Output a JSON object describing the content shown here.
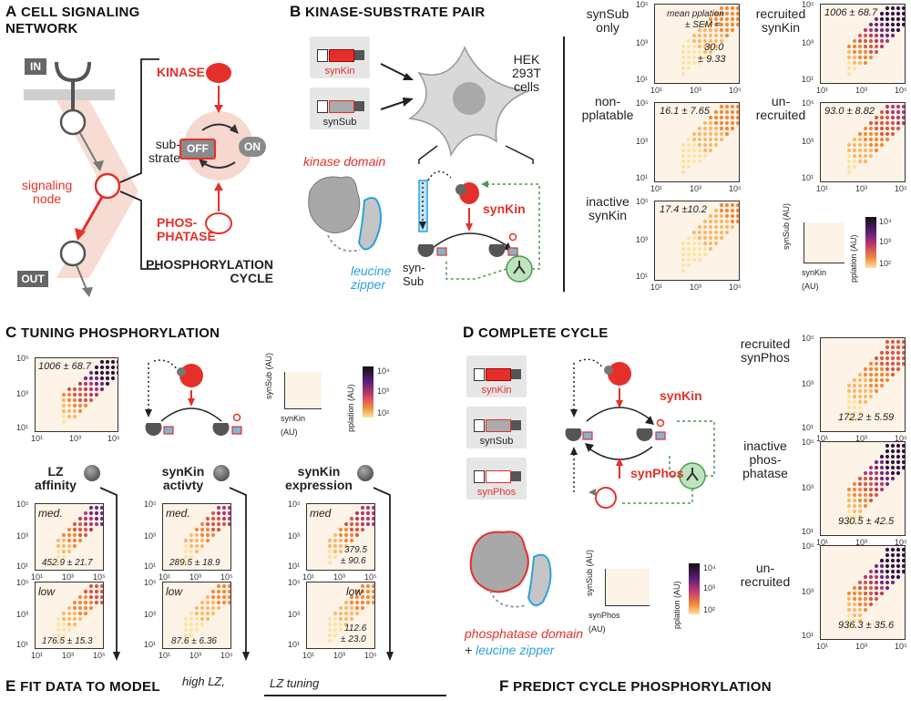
{
  "panelA": {
    "letter": "A",
    "title1": "CELL SIGNALING",
    "title2": "NETWORK",
    "in_label": "IN",
    "out_label": "OUT",
    "node_label1": "signaling",
    "node_label2": "node",
    "kinase": "KINASE",
    "substrate1": "sub-",
    "substrate2": "strate",
    "off": "OFF",
    "on": "ON",
    "phos1": "PHOS-",
    "phos2": "PHATASE",
    "cycle1": "PHOSPHORYLATION",
    "cycle2": "CYCLE"
  },
  "panelB": {
    "letter": "B",
    "title": "KINASE-SUBSTRATE PAIR",
    "gene_synkin": "synKin",
    "gene_synsub": "synSub",
    "cells1": "HEK",
    "cells2": "293T",
    "cells3": "cells",
    "kinase_domain": "kinase domain",
    "leucine1": "leucine",
    "leucine2": "zipper",
    "synkin": "synKin",
    "synsub1": "syn-",
    "synsub2": "Sub",
    "conditions": [
      {
        "l1": "synSub",
        "l2": "only",
        "l3": ""
      },
      {
        "l1": "non-",
        "l2": "pplatable",
        "l3": ""
      },
      {
        "l1": "inactive",
        "l2": "synKin",
        "l3": ""
      },
      {
        "l1": "recruited",
        "l2": "synKin",
        "l3": ""
      },
      {
        "l1": "un-",
        "l2": "recruited",
        "l3": ""
      }
    ],
    "plots": [
      {
        "ann": "30.0",
        "ann2": "± 9.33",
        "header1": "mean pplation",
        "header2": "± SEM ="
      },
      {
        "ann": "16.1 ± 7.65"
      },
      {
        "ann": "17.4 ±10.2"
      },
      {
        "ann": "1006 ± 68.7"
      },
      {
        "ann": "93.0 ± 8.82"
      }
    ],
    "legend_y": "synSub",
    "legend_y2": "(AU)",
    "legend_x": "synKin",
    "legend_x2": "(AU)",
    "colorbar_label": "pplation (AU)",
    "colorbar_ticks": [
      "10⁴",
      "10³",
      "10²"
    ]
  },
  "panelC": {
    "letter": "C",
    "title": "TUNING PHOSPHORYLATION",
    "top_ann": "1006 ± 68.7",
    "knobs": [
      {
        "l1": "LZ",
        "l2": "affinity"
      },
      {
        "l1": "synKin",
        "l2": "activty"
      },
      {
        "l1": "synKin",
        "l2": "expression"
      }
    ],
    "plots": [
      {
        "level": "med.",
        "ann": "452.9 ± 21.7"
      },
      {
        "level": "low",
        "ann": "176.5 ± 15.3"
      },
      {
        "level": "med.",
        "ann": "289.5 ± 18.9"
      },
      {
        "level": "low",
        "ann": "87.6 ± 6.36"
      },
      {
        "level": "med",
        "ann": "379.5",
        "ann2": "± 90.6"
      },
      {
        "level": "low",
        "ann": "112.6",
        "ann2": "± 23.0"
      }
    ],
    "legend_y": "synSub",
    "legend_y2": "(AU)",
    "legend_x": "synKin",
    "legend_x2": "(AU)",
    "colorbar_label": "pplation (AU)",
    "colorbar_ticks": [
      "10⁴",
      "10³",
      "10²"
    ]
  },
  "panelD": {
    "letter": "D",
    "title": "COMPLETE CYCLE",
    "gene_synkin": "synKin",
    "gene_synsub": "synSub",
    "gene_synphos": "synPhos",
    "synkin": "synKin",
    "synphos": "synPhos",
    "phos_domain": "phosphatase domain",
    "plus": "+",
    "leucine": "leucine zipper",
    "legend_y": "synSub",
    "legend_y2": "(AU)",
    "legend_x": "synPhos",
    "legend_x2": "(AU)",
    "colorbar_label": "pplation (AU)",
    "colorbar_ticks": [
      "10⁴",
      "10³",
      "10²"
    ],
    "conditions": [
      {
        "l1": "recruited",
        "l2": "synPhos",
        "l3": ""
      },
      {
        "l1": "inactive",
        "l2": "phos-",
        "l3": "phatase"
      },
      {
        "l1": "un-",
        "l2": "recruited",
        "l3": ""
      }
    ],
    "plots": [
      {
        "ann": "172.2 ± 5.59"
      },
      {
        "ann": "930.5 ± 42.5"
      },
      {
        "ann": "936.3 ± 35.6"
      }
    ]
  },
  "panelE": {
    "letter": "E",
    "title": "FIT DATA TO MODEL",
    "note1": "high LZ,",
    "note2": "LZ tuning"
  },
  "panelF": {
    "letter": "F",
    "title": "PREDICT CYCLE PHOSPHORYLATION"
  },
  "axis_ticks": {
    "y": [
      "10⁵",
      "10³",
      "10¹"
    ],
    "x": [
      "10¹",
      "10³",
      "10⁵"
    ]
  },
  "colors": {
    "accent_red": "#e5302a",
    "accent_blue": "#2aa3dc",
    "plot_bg": "#fdf3e6",
    "gene_box": "#e6e6e6",
    "green_receptor": "#8fce8f"
  }
}
